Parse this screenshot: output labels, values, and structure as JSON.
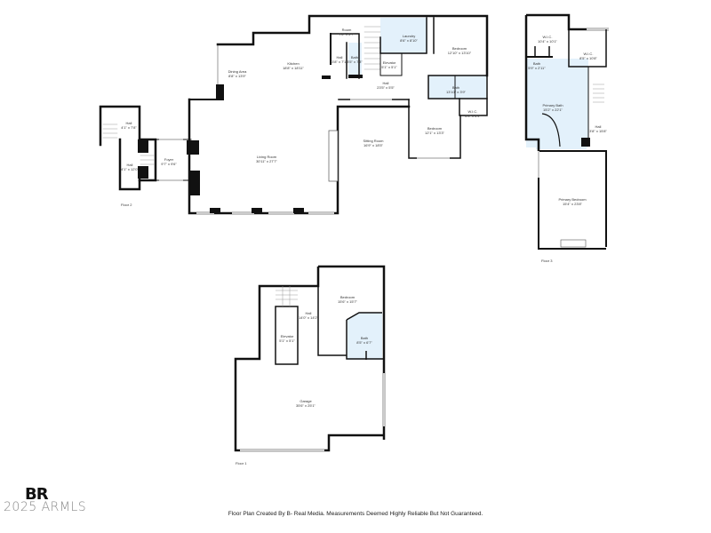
{
  "floors": [
    {
      "name": "Floor 2",
      "rooms": [
        {
          "name": "Hall",
          "dim": "4'1\" x 7'8\""
        },
        {
          "name": "Hall",
          "dim": "4'1\" x 12'0\""
        },
        {
          "name": "Foyer",
          "dim": "9'7\" x 9'6\""
        },
        {
          "name": "Dining Area",
          "dim": "8'8\" x 13'9\""
        },
        {
          "name": "Kitchen",
          "dim": "18'8\" x 18'11\""
        },
        {
          "name": "Room",
          "dim": "7'6\" x 5'7\""
        },
        {
          "name": "Hall",
          "dim": "3'8\" x 7'1\""
        },
        {
          "name": "Bath",
          "dim": "3'5\" x 7'3\""
        },
        {
          "name": "Laundry",
          "dim": "8'6\" x 8'10\""
        },
        {
          "name": "Elevator",
          "dim": "5'1\" x 5'1\""
        },
        {
          "name": "Bedroom",
          "dim": "12'10\" x 13'10\""
        },
        {
          "name": "Hall",
          "dim": "23'5\" x 5'5\""
        },
        {
          "name": "Bath",
          "dim": "13'10\" x 3'9\""
        },
        {
          "name": "W.I.C.",
          "dim": "6'3\" x 4'9\""
        },
        {
          "name": "Living Room",
          "dim": "30'11\" x 27'7\""
        },
        {
          "name": "Sitting Room",
          "dim": "16'9\" x 18'5\""
        },
        {
          "name": "Bedroom",
          "dim": "12'1\" x 13'3\""
        }
      ]
    },
    {
      "name": "Floor 3",
      "rooms": [
        {
          "name": "W.I.C.",
          "dim": "10'4\" x 10'1\""
        },
        {
          "name": "W.I.C.",
          "dim": "8'5\" x 10'8\""
        },
        {
          "name": "Bath",
          "dim": "5'9\" x 2'11\""
        },
        {
          "name": "Primary Bath",
          "dim": "15'2\" x 22'1\""
        },
        {
          "name": "Hall",
          "dim": "3'8\" x 15'8\""
        },
        {
          "name": "Primary Bedroom",
          "dim": "15'4\" x 23'8\""
        }
      ]
    },
    {
      "name": "Floor 1",
      "rooms": [
        {
          "name": "Bedroom",
          "dim": "15'6\" x 15'7\""
        },
        {
          "name": "Hall",
          "dim": "14'0\" x 14'2\""
        },
        {
          "name": "Elevator",
          "dim": "5'1\" x 5'1\""
        },
        {
          "name": "Bath",
          "dim": "8'5\" x 6'7\""
        },
        {
          "name": "Garage",
          "dim": "35'6\" x 25'1\""
        }
      ]
    }
  ],
  "footer": {
    "disclaimer": "Floor Plan Created By B- Real Media. Measurements Deemed Highly Reliable But Not Guaranteed.",
    "logo": "BR",
    "copyright": "2025 ARMLS"
  },
  "colors": {
    "wall": "#111111",
    "window": "#d4d4d4",
    "bath_fill": "#e3f1fb",
    "background": "#ffffff"
  }
}
